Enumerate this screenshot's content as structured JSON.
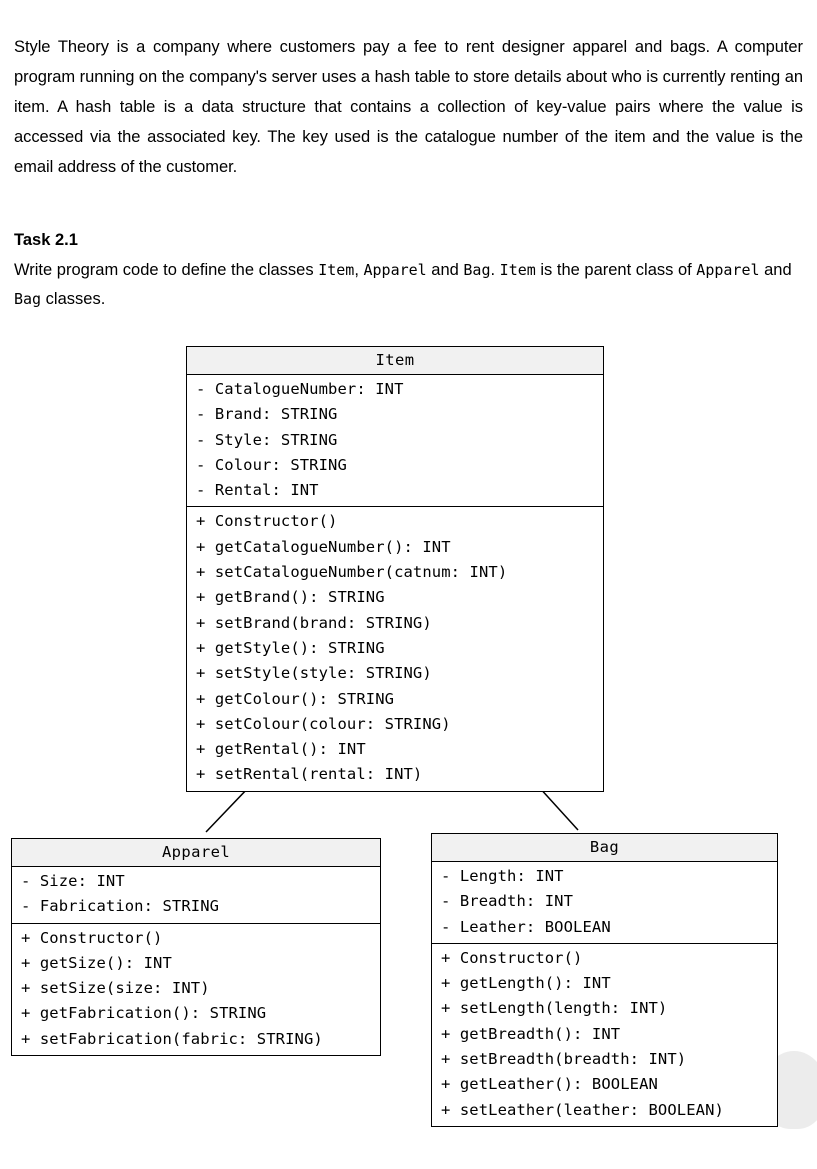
{
  "document": {
    "intro_paragraph": "Style Theory is a company where customers pay a fee to rent designer apparel and bags. A computer program running on the company's server uses a hash table to store details about who is currently renting an item. A hash table is a data structure that contains a collection of key-value pairs where the value is accessed via the associated key. The key used is the catalogue number of the item and the value is the email address of the customer.",
    "task": {
      "title": "Task 2.1",
      "description_part1": "Write program code to define the classes ",
      "class_item": "Item",
      "description_part2": ", ",
      "class_apparel": "Apparel",
      "description_part3": " and ",
      "class_bag": "Bag",
      "description_part4": ". ",
      "class_item2": "Item",
      "description_part5": " is the parent class of ",
      "class_apparel2": "Apparel",
      "description_part6": " and ",
      "class_bag2": "Bag",
      "description_part7": " classes."
    }
  },
  "uml": {
    "diagram_type": "class-diagram",
    "relationship": "inheritance",
    "classes": [
      {
        "id": "item",
        "name": "Item",
        "attributes": [
          "- CatalogueNumber: INT",
          "- Brand: STRING",
          "- Style: STRING",
          "- Colour: STRING",
          "- Rental: INT"
        ],
        "methods": [
          "+ Constructor()",
          "+ getCatalogueNumber(): INT",
          "+ setCatalogueNumber(catnum: INT)",
          "+ getBrand(): STRING",
          "+ setBrand(brand: STRING)",
          "+ getStyle(): STRING",
          "+ setStyle(style: STRING)",
          "+ getColour(): STRING",
          "+ setColour(colour: STRING)",
          "+ getRental(): INT",
          "+ setRental(rental: INT)"
        ]
      },
      {
        "id": "apparel",
        "name": "Apparel",
        "attributes": [
          "- Size: INT",
          "- Fabrication: STRING"
        ],
        "methods": [
          "+ Constructor()",
          "+ getSize(): INT",
          "+ setSize(size: INT)",
          "+ getFabrication(): STRING",
          "+ setFabrication(fabric: STRING)"
        ]
      },
      {
        "id": "bag",
        "name": "Bag",
        "attributes": [
          "- Length: INT",
          "- Breadth: INT",
          "- Leather: BOOLEAN"
        ],
        "methods": [
          "+ Constructor()",
          "+ getLength(): INT",
          "+ setLength(length: INT)",
          "+ getBreadth(): INT",
          "+ setBreadth(breadth: INT)",
          "+ getLeather(): BOOLEAN",
          "+ setLeather(leather: BOOLEAN)"
        ]
      }
    ],
    "colors": {
      "title_background": "#f1f1f1",
      "border": "#000000",
      "body_background": "#ffffff",
      "text": "#000000"
    }
  }
}
